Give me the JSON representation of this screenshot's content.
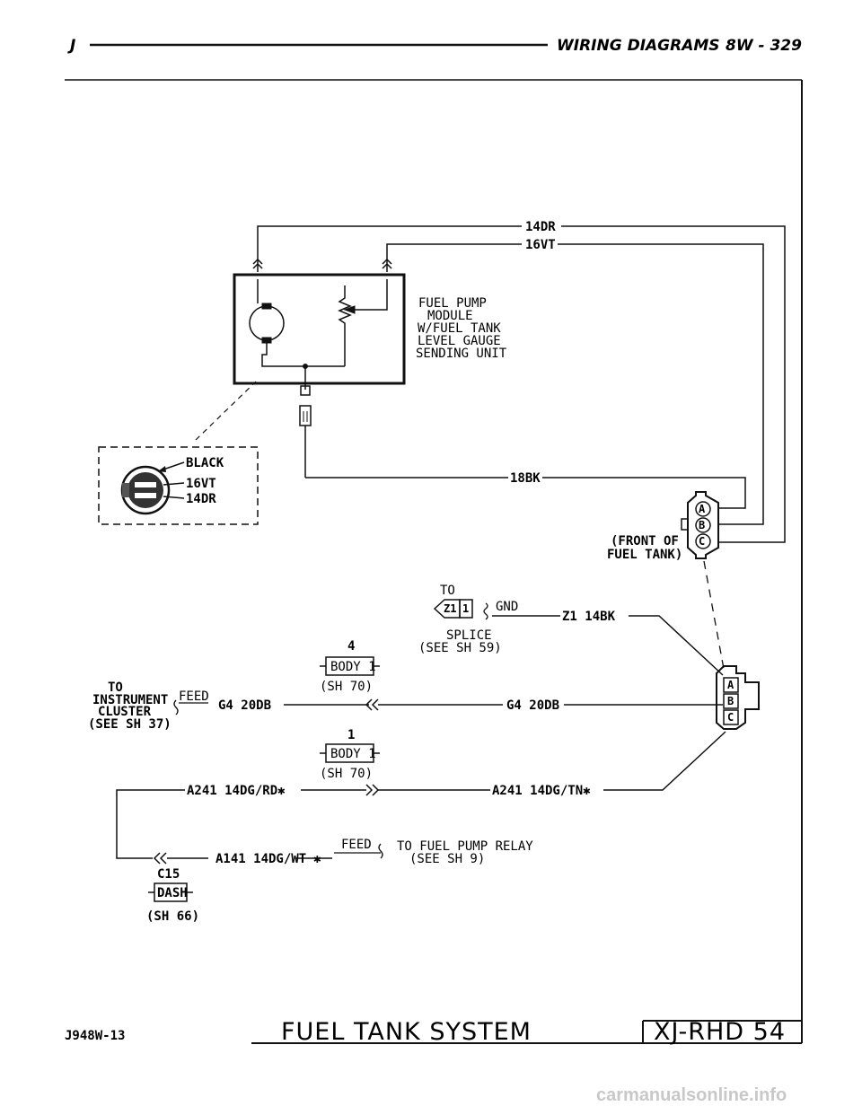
{
  "header": {
    "section_letter": "J",
    "title": "WIRING DIAGRAMS",
    "page": "8W - 329"
  },
  "module": {
    "lines": [
      "FUEL PUMP",
      "MODULE",
      "W/FUEL TANK",
      "LEVEL GAUGE",
      "SENDING UNIT"
    ]
  },
  "wires": {
    "w14dr": "14DR",
    "w16vt": "16VT",
    "w18bk": "18BK",
    "z1": "Z1 14BK",
    "g4_left": "G4 20DB",
    "g4_right": "G4 20DB",
    "a241_left": "A241 14DG/RD",
    "a241_right": "A241 14DG/TN",
    "a141": "A141 14DG/WT",
    "star": "✱"
  },
  "connector_view": {
    "black": "BLACK",
    "vt": "16VT",
    "dr": "14DR"
  },
  "front_tank": {
    "line1": "(FRONT OF",
    "line2": "FUEL TANK)"
  },
  "pins": {
    "a": "A",
    "b": "B",
    "c": "C"
  },
  "splice": {
    "to": "TO",
    "tag_left": "Z1",
    "tag_right": "1",
    "gnd": "GND",
    "label": "SPLICE",
    "ref": "(SEE SH 59)"
  },
  "body_conn_top": {
    "pin": "4",
    "name": "BODY 1",
    "ref": "(SH 70)"
  },
  "body_conn_bottom": {
    "pin": "1",
    "name": "BODY 1",
    "ref": "(SH 70)"
  },
  "instrument": {
    "to": "TO",
    "line1": "INSTRUMENT",
    "line2": "CLUSTER",
    "ref": "(SEE SH 37)",
    "feed": "FEED"
  },
  "relay": {
    "feed": "FEED",
    "line1": "TO FUEL PUMP RELAY",
    "line2": "(SEE SH 9)"
  },
  "c15": {
    "id": "C15",
    "name": "DASH",
    "ref": "(SH 66)"
  },
  "footer": {
    "code": "J948W-13",
    "title": "FUEL TANK SYSTEM",
    "ref": "XJ-RHD 54"
  },
  "watermark": "carmanualsonline.info"
}
